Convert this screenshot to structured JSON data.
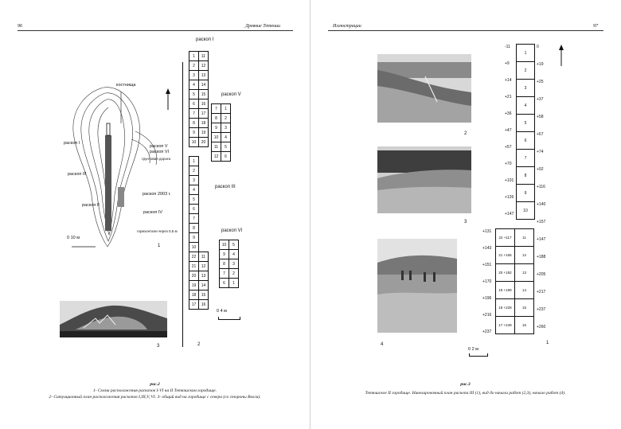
{
  "left_page": {
    "page_number": "96",
    "running_head": "Древние Тетюши",
    "figure_title": "рис.2",
    "caption_line1": "1- Схема расположения раскопов I-VI на II Тетюшском городище.",
    "caption_line2": "2- Ситуационный план расположения раскопов I,III,V, VI. 3- общий вид на городище с севера (со стороны Волги).",
    "site_plan": {
      "labels": [
        "костнища",
        "раскоп I",
        "раскоп V",
        "раскоп VI",
        "раскоп III",
        "раскоп 2003 г.",
        "раскоп II",
        "раскоп IV",
        "грунтовая дорога",
        "горизонтали через 0,5 м"
      ],
      "scale": "0     10 м",
      "number": "1"
    },
    "trench_plan": {
      "labels": [
        "раскоп I",
        "раскоп V",
        "раскоп III",
        "раскоп VI"
      ],
      "scale": "0       4 м",
      "number": "2"
    },
    "photo_number": "3"
  },
  "right_page": {
    "page_number": "97",
    "running_head": "Иллюстрации",
    "figure_title": "рис.3",
    "caption": "Тетюшское II городище. Нивелировочный план раскопа III (1), вид до начала работ (2,3), начало работ (4).",
    "photo_numbers": [
      "2",
      "3",
      "4"
    ],
    "plan_number": "1",
    "scale": "0      2 м"
  },
  "grid_I": [
    [
      "1",
      "11"
    ],
    [
      "2",
      "12"
    ],
    [
      "3",
      "13"
    ],
    [
      "4",
      "14"
    ],
    [
      "5",
      "15"
    ],
    [
      "6",
      "16"
    ],
    [
      "7",
      "17"
    ],
    [
      "8",
      "18"
    ],
    [
      "9",
      "19"
    ],
    [
      "10",
      "20"
    ]
  ],
  "grid_V": [
    [
      "7",
      "1"
    ],
    [
      "8",
      "2"
    ],
    [
      "9",
      "3"
    ],
    [
      "10",
      "4"
    ],
    [
      "11",
      "5"
    ],
    [
      "12",
      "6"
    ]
  ],
  "grid_III": [
    [
      "1",
      ""
    ],
    [
      "2",
      ""
    ],
    [
      "3",
      ""
    ],
    [
      "4",
      ""
    ],
    [
      "5",
      ""
    ],
    [
      "6",
      ""
    ],
    [
      "7",
      ""
    ],
    [
      "8",
      ""
    ],
    [
      "9",
      ""
    ],
    [
      "10",
      ""
    ],
    [
      "22",
      "11"
    ],
    [
      "21",
      "12"
    ],
    [
      "20",
      "13"
    ],
    [
      "19",
      "14"
    ],
    [
      "18",
      "15"
    ],
    [
      "17",
      "16"
    ]
  ],
  "grid_VI": [
    [
      "10",
      "5"
    ],
    [
      "9",
      "4"
    ],
    [
      "8",
      "3"
    ],
    [
      "7",
      "2"
    ],
    [
      "6",
      "1"
    ]
  ],
  "levels_left": [
    "-11",
    "+9",
    "+14",
    "+21",
    "+36",
    "+47",
    "+57",
    "+70",
    "+101",
    "+126",
    "+147",
    "+131",
    "+143",
    "+151",
    "+170",
    "+196",
    "+216",
    "+237"
  ],
  "levels_right": [
    "0",
    "+19",
    "+25",
    "+37",
    "+58",
    "+67",
    "+74",
    "+92",
    "+116",
    "+140",
    "+157",
    "+147",
    "+188",
    "+205",
    "+217",
    "+237",
    "+260"
  ],
  "plan_cells": [
    [
      "1"
    ],
    [
      "2"
    ],
    [
      "3"
    ],
    [
      "4"
    ],
    [
      "5"
    ],
    [
      "6"
    ],
    [
      "7"
    ],
    [
      "8"
    ],
    [
      "9"
    ],
    [
      "10"
    ]
  ],
  "plan_cells_wide": [
    [
      "22 +117",
      "11"
    ],
    [
      "21 +165",
      "12"
    ],
    [
      "20 +182",
      "13"
    ],
    [
      "19 +199",
      "14"
    ],
    [
      "18 +228",
      "15"
    ],
    [
      "17 +249",
      "16"
    ]
  ]
}
